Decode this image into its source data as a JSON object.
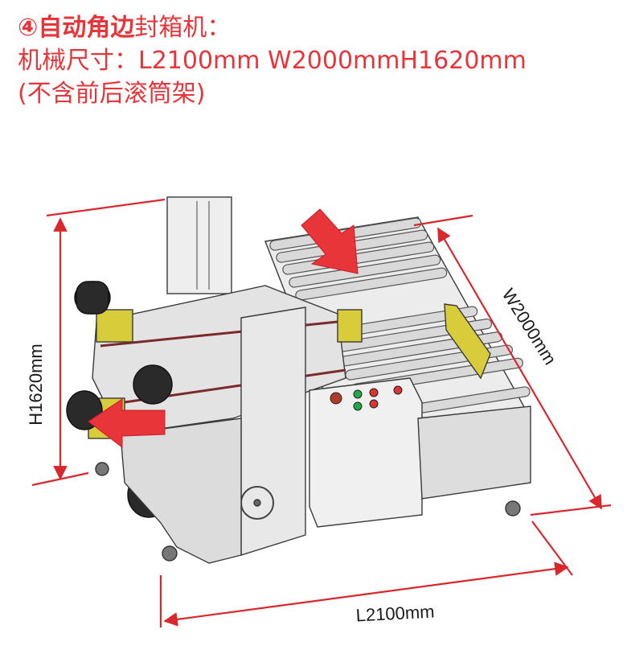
{
  "title": {
    "number_prefix": "④",
    "name_bold": "自动角边",
    "name_rest": "封箱机：",
    "dimensions_label": "机械尺寸：",
    "dimensions_value": "L2100mm W2000mmH1620mm",
    "note": "(不含前后滚筒架)"
  },
  "dimensions": {
    "height_label": "H1620mm",
    "width_label": "W2000mm",
    "length_label": "L2100mm"
  },
  "colors": {
    "accent_red": "#e8353a",
    "dimension_line": "#d9272e",
    "machine_frame": "#e6e6e6",
    "yellow_guard": "#d8cc3a",
    "roller": "#d9d9d9",
    "dark_roller": "#2a2a2a"
  }
}
